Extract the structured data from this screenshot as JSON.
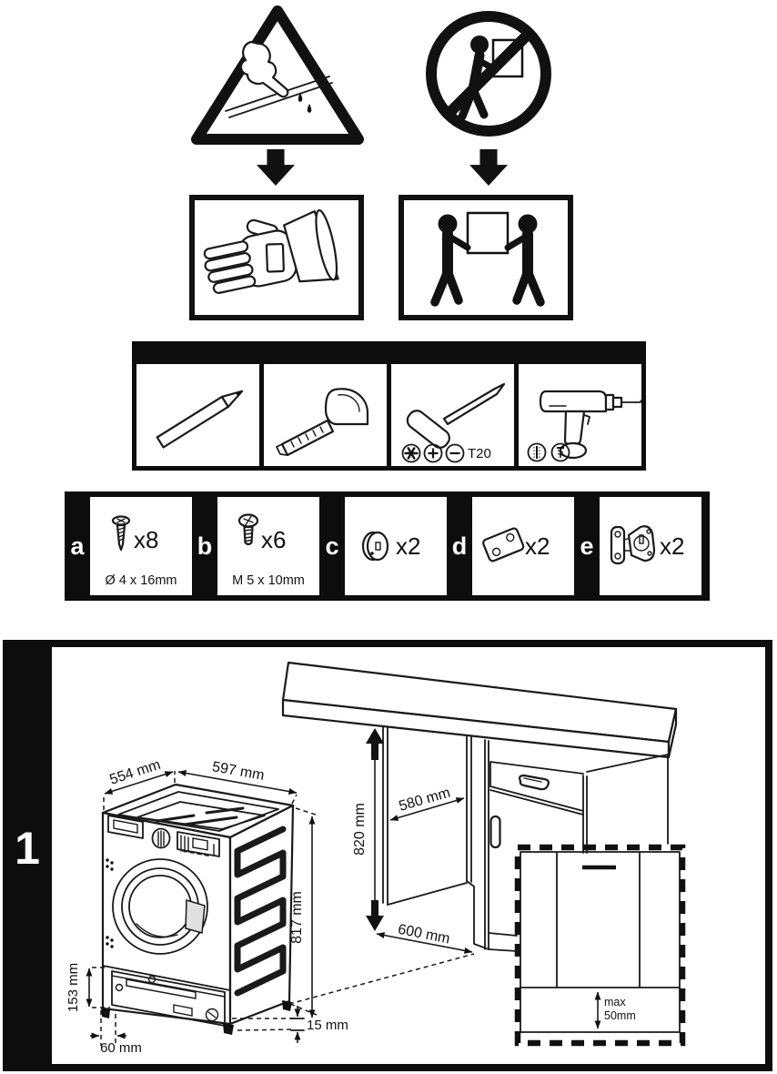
{
  "page": {
    "bg": "#ffffff",
    "ink": "#111111"
  },
  "safety_icons": {
    "warning": "sharp-edge-cut-hand-warning",
    "prohibition": "do-not-carry-alone",
    "instruction_1": "wear-protective-gloves",
    "instruction_2": "carry-with-two-people"
  },
  "tools": {
    "items": [
      "pencil",
      "tape-measure",
      "screwdriver",
      "drill"
    ],
    "screwdriver_bits_label": "T20"
  },
  "parts": {
    "items": [
      {
        "id": "a",
        "icon": "countersunk-screw",
        "qty": "x8",
        "spec": "Ø 4 x 16mm"
      },
      {
        "id": "b",
        "icon": "pan-head-screw",
        "qty": "x6",
        "spec": "M 5 x 10mm"
      },
      {
        "id": "c",
        "icon": "cover-cap",
        "qty": "x2",
        "spec": ""
      },
      {
        "id": "d",
        "icon": "mounting-plate",
        "qty": "x2",
        "spec": ""
      },
      {
        "id": "e",
        "icon": "door-hinge",
        "qty": "x2",
        "spec": ""
      }
    ]
  },
  "step": {
    "number": "1",
    "dimensions": {
      "machine_top_depth": "554 mm",
      "machine_top_width": "597 mm",
      "niche_height": "820 mm",
      "niche_depth": "580 mm",
      "machine_height": "817 mm",
      "niche_floor_depth": "600 mm",
      "plinth_height": "153 mm",
      "plinth_recess": "60 mm",
      "foot_adjust": "15 mm",
      "plinth_gap_line1": "max",
      "plinth_gap_line2": "50mm"
    }
  }
}
